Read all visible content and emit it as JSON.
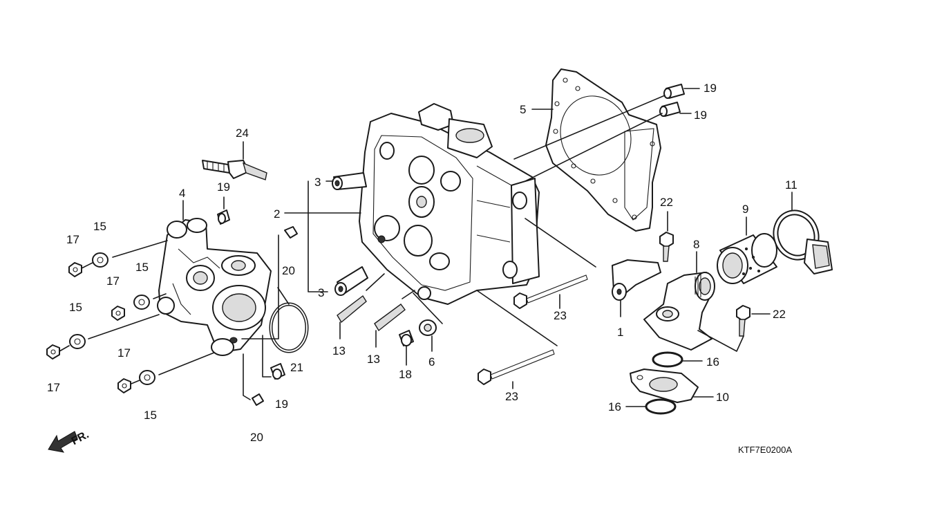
{
  "diagram": {
    "code": "KTF7E0200A",
    "direction_label": "FR.",
    "callouts": [
      {
        "id": "c24",
        "label": "24"
      },
      {
        "id": "c19a",
        "label": "19"
      },
      {
        "id": "c19b",
        "label": "19"
      },
      {
        "id": "c19c",
        "label": "19"
      },
      {
        "id": "c19d",
        "label": "19"
      },
      {
        "id": "c5",
        "label": "5"
      },
      {
        "id": "c3a",
        "label": "3"
      },
      {
        "id": "c3b",
        "label": "3"
      },
      {
        "id": "c2",
        "label": "2"
      },
      {
        "id": "c4",
        "label": "4"
      },
      {
        "id": "c17a",
        "label": "17"
      },
      {
        "id": "c17b",
        "label": "17"
      },
      {
        "id": "c17c",
        "label": "17"
      },
      {
        "id": "c17d",
        "label": "17"
      },
      {
        "id": "c15a",
        "label": "15"
      },
      {
        "id": "c15b",
        "label": "15"
      },
      {
        "id": "c15c",
        "label": "15"
      },
      {
        "id": "c15d",
        "label": "15"
      },
      {
        "id": "c20a",
        "label": "20"
      },
      {
        "id": "c20b",
        "label": "20"
      },
      {
        "id": "c21",
        "label": "21"
      },
      {
        "id": "c13a",
        "label": "13"
      },
      {
        "id": "c13b",
        "label": "13"
      },
      {
        "id": "c18",
        "label": "18"
      },
      {
        "id": "c6",
        "label": "6"
      },
      {
        "id": "c23a",
        "label": "23"
      },
      {
        "id": "c23b",
        "label": "23"
      },
      {
        "id": "c22a",
        "label": "22"
      },
      {
        "id": "c22b",
        "label": "22"
      },
      {
        "id": "c1",
        "label": "1"
      },
      {
        "id": "c8",
        "label": "8"
      },
      {
        "id": "c9",
        "label": "9"
      },
      {
        "id": "c11",
        "label": "11"
      },
      {
        "id": "c16a",
        "label": "16"
      },
      {
        "id": "c16b",
        "label": "16"
      },
      {
        "id": "c10",
        "label": "10"
      }
    ]
  }
}
